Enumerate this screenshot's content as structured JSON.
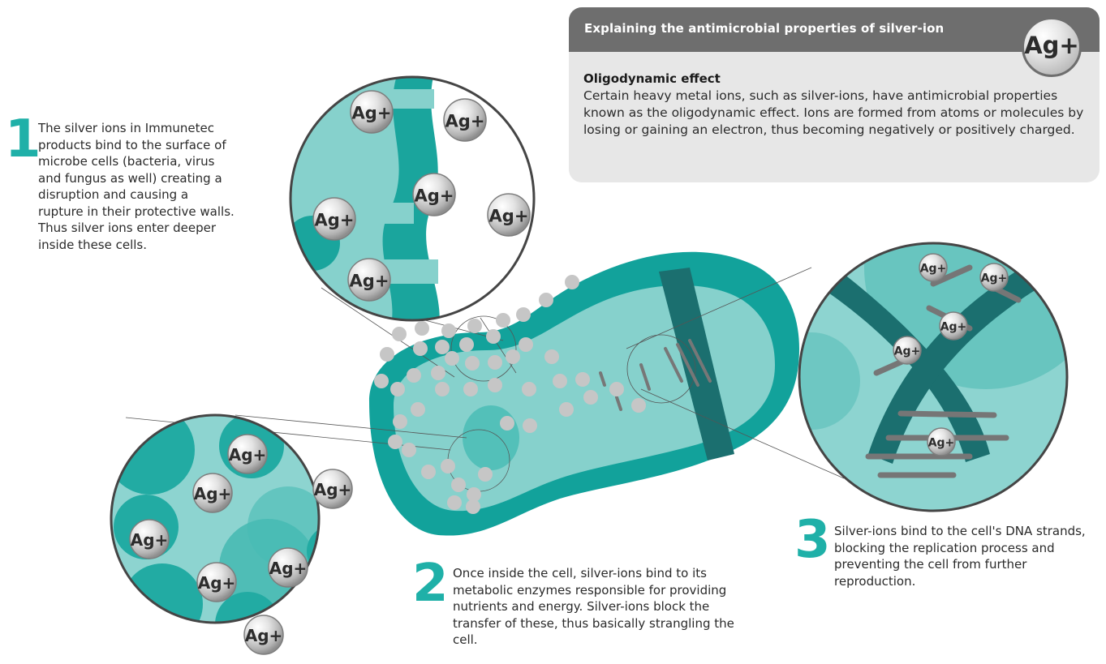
{
  "header": {
    "title": "Explaining the antimicrobial properties of silver-ion",
    "badge": "Ag+",
    "effect_heading": "Oligodynamic effect",
    "effect_body": "Certain heavy metal ions, such as silver-ions, have antimicrobial properties known as the oligodynamic effect. Ions are formed from atoms or molecules by losing or gaining an electron, thus becoming negatively or positively charged."
  },
  "steps": [
    {
      "number": "1",
      "text": "The silver ions in Immunetec products bind to the surface of microbe cells (bacteria, virus and fungus as well) creating a disruption and causing a rupture in their protective walls. Thus silver ions enter deeper inside these cells."
    },
    {
      "number": "2",
      "text": "Once inside the cell, silver-ions bind to its metabolic enzymes responsible for providing nutrients and energy. Silver-ions block the transfer of these, thus basically strangling the cell."
    },
    {
      "number": "3",
      "text": "Silver-ions bind to the cell's DNA strands, blocking the replication process and preventing the cell from further reproduction."
    }
  ],
  "ion_label": "Ag+",
  "colors": {
    "teal_dark": "#0f9a93",
    "teal_mid": "#4dbdb7",
    "teal_light": "#8dd4d0",
    "dark_strand": "#1b6f6f",
    "accent_number": "#1fb0a8",
    "header_gray": "#6e6e6e",
    "panel_gray": "#e7e7e7"
  }
}
